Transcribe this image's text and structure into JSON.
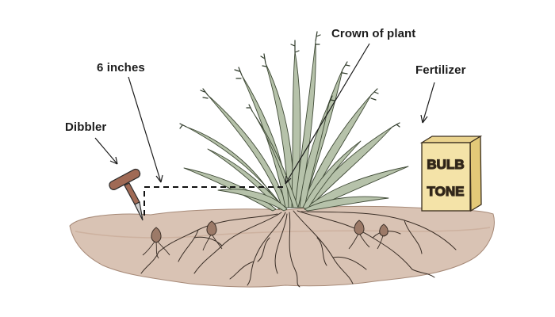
{
  "labels": {
    "crown": "Crown of plant",
    "depth": "6 inches",
    "fertilizer": "Fertilizer",
    "dibbler": "Dibbler"
  },
  "fertilizer_box": {
    "line1": "BULB",
    "line2": "TONE"
  },
  "colors": {
    "soil": "#d9c3b4",
    "soil_dark": "#b99a88",
    "grass": "#b6c2aa",
    "grass_dark": "#6f7f62",
    "box_front": "#f4e3a8",
    "box_side": "#e3c978",
    "dibbler_handle": "#a06a55",
    "bulb": "#9c7a68",
    "line": "#2b2b2b"
  }
}
